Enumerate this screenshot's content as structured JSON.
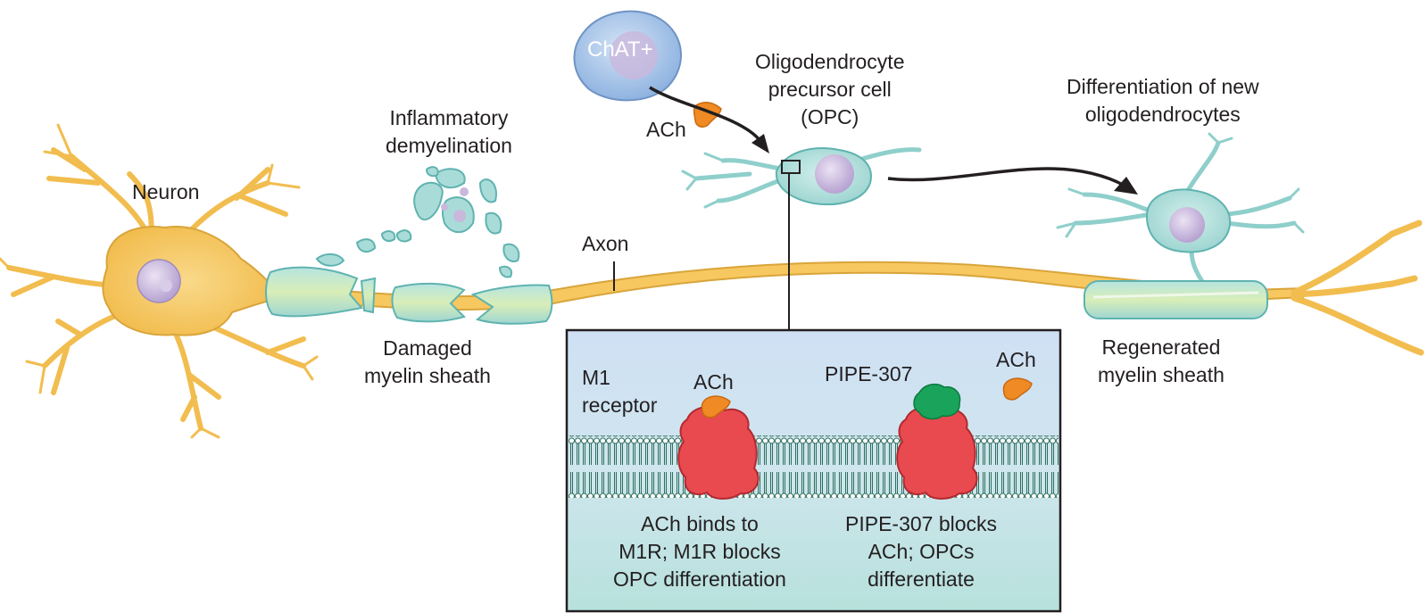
{
  "labels": {
    "neuron": "Neuron",
    "inflammatory_demyelination": [
      "Inflammatory",
      "demyelination"
    ],
    "damaged_myelin": [
      "Damaged",
      "myelin sheath"
    ],
    "axon": "Axon",
    "chat": "ChAT+",
    "ach_top": "ACh",
    "opc": [
      "Oligodendrocyte",
      "precursor cell",
      "(OPC)"
    ],
    "differentiation": [
      "Differentiation of new",
      "oligodendrocytes"
    ],
    "regenerated_myelin": [
      "Regenerated",
      "myelin sheath"
    ]
  },
  "inset": {
    "m1_receptor": [
      "M1",
      "receptor"
    ],
    "ach_left": "ACh",
    "pipe": "PIPE-307",
    "ach_right": "ACh",
    "caption_left": [
      "ACh binds to",
      "M1R; M1R blocks",
      "OPC differentiation"
    ],
    "caption_right": [
      "PIPE-307 blocks",
      "ACh; OPCs",
      "differentiate"
    ]
  },
  "colors": {
    "neuron_fill": "#f6c85f",
    "neuron_stroke": "#d9a43a",
    "myelin_fill": "#a9dcd9",
    "myelin_stroke": "#5fb3b0",
    "opc_fill": "#b8e2df",
    "nucleus": "#c9b8dc",
    "receptor": "#e84a4f",
    "ach": "#f08a24",
    "pipe": "#1aa35a",
    "membrane": "#2f6f5c",
    "inset_top": "#cfe2f3",
    "inset_bottom": "#b9e3df",
    "chat_cell": "#a8c6e8"
  }
}
